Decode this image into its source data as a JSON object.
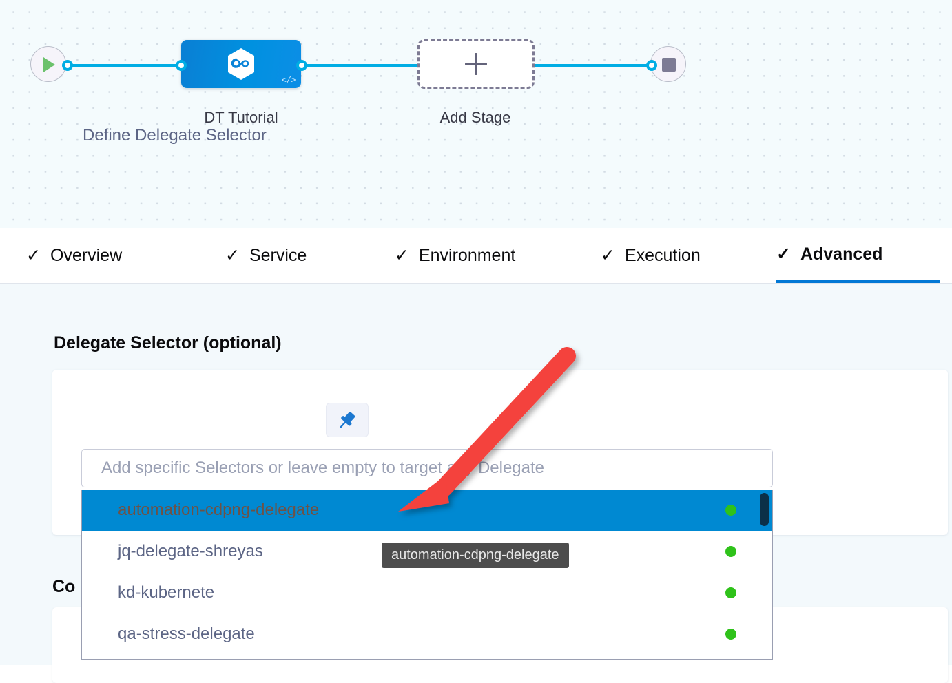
{
  "canvas": {
    "start_node": {
      "icon": "play-icon",
      "label": ""
    },
    "stage_node": {
      "label": "DT Tutorial",
      "icon": "harness-hexagon-icon",
      "badge_icon": "code-icon"
    },
    "add_stage": {
      "label": "Add Stage",
      "icon": "plus-icon"
    },
    "end_node": {
      "icon": "stop-icon"
    }
  },
  "tabs": [
    {
      "label": "Overview",
      "check": "✓",
      "active": false
    },
    {
      "label": "Service",
      "check": "✓",
      "active": false
    },
    {
      "label": "Environment",
      "check": "✓",
      "active": false
    },
    {
      "label": "Execution",
      "check": "✓",
      "active": false
    },
    {
      "label": "Advanced",
      "check": "✓",
      "active": true
    }
  ],
  "advanced": {
    "section_title": "Delegate Selector (optional)",
    "field_label": "Define Delegate Selector",
    "pin_icon": "pushpin-icon",
    "next_section_title": "Co",
    "selector": {
      "value": "",
      "placeholder": "Add specific Selectors or leave empty to target any Delegate",
      "options": [
        {
          "label": "automation-cdpng-delegate",
          "status": "connected",
          "selected": true
        },
        {
          "label": "jq-delegate-shreyas",
          "status": "connected",
          "selected": false
        },
        {
          "label": "kd-kubernete",
          "status": "connected",
          "selected": false
        },
        {
          "label": "qa-stress-delegate",
          "status": "connected",
          "selected": false
        }
      ]
    },
    "tooltip": "automation-cdpng-delegate"
  },
  "colors": {
    "accent_blue": "#0089d2",
    "link_blue": "#0278d5",
    "edge_blue": "#00ade4",
    "status_green": "#2fc21a",
    "annotation_red": "#f4433c",
    "tooltip_bg": "#4d4d4d",
    "canvas_bg": "#f4fbfd",
    "panel_bg": "#f3f9fc"
  }
}
